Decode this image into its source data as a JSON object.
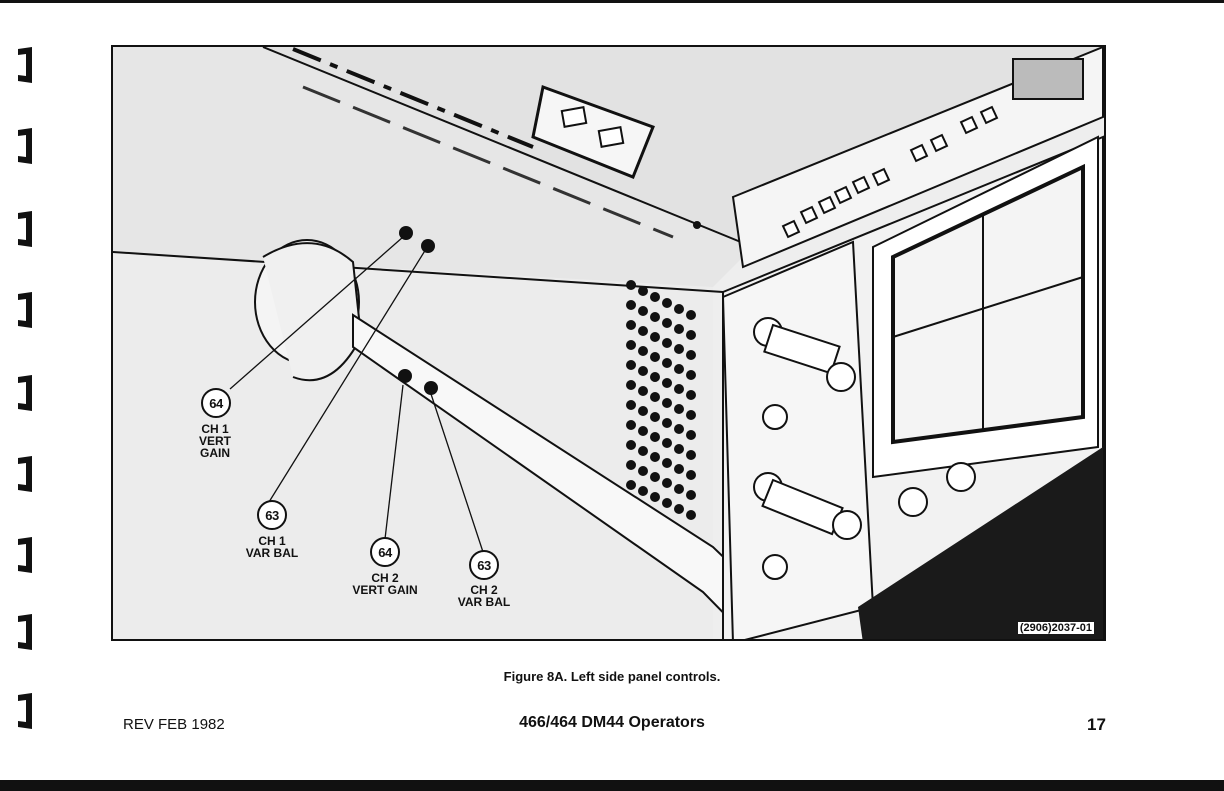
{
  "figure": {
    "callouts": [
      {
        "number": "64",
        "label": "CH 1\nVERT\nGAIN"
      },
      {
        "number": "63",
        "label": "CH 1\nVAR BAL"
      },
      {
        "number": "64",
        "label": "CH 2\nVERT GAIN"
      },
      {
        "number": "63",
        "label": "CH 2\nVAR BAL"
      }
    ],
    "figure_id": "(2906)2037-01"
  },
  "caption": "Figure 8A. Left side panel controls.",
  "footer": {
    "left": "REV FEB 1982",
    "center": "466/464 DM44 Operators",
    "page_number": "17"
  }
}
